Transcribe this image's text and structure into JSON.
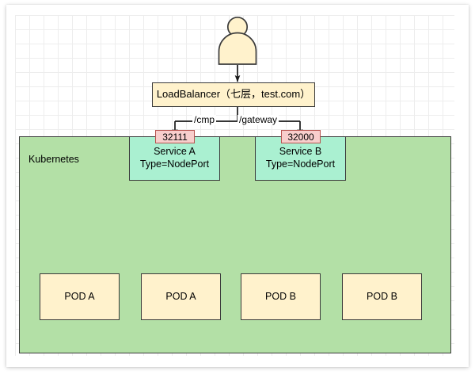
{
  "diagram": {
    "title": "Kubernetes NodePort service routing diagram",
    "actor": {
      "name": "user-actor"
    },
    "loadbalancer": {
      "label": "LoadBalancer（七层，test.com）"
    },
    "edges": [
      {
        "name": "cmp-path",
        "label": "/cmp"
      },
      {
        "name": "gateway-path",
        "label": "/gateway"
      }
    ],
    "container": {
      "label": "Kubernetes"
    },
    "services": [
      {
        "name": "service-a",
        "port": "32111",
        "label": "Service A\nType=NodePort"
      },
      {
        "name": "service-b",
        "port": "32000",
        "label": "Service B\nType=NodePort"
      }
    ],
    "pods": [
      {
        "name": "pod-a-1",
        "label": "POD A"
      },
      {
        "name": "pod-a-2",
        "label": "POD A"
      },
      {
        "name": "pod-b-1",
        "label": "POD B"
      },
      {
        "name": "pod-b-2",
        "label": "POD B"
      }
    ],
    "colors": {
      "node_yellow": "#fff2cc",
      "node_mint": "#aaf0d1",
      "container_green": "#b3e0a6",
      "port_badge": "#f8cecc",
      "port_badge_border": "#b85450",
      "stroke": "#3a3a3a",
      "grid_line": "#e8e8e8",
      "page": "#ffffff"
    }
  }
}
